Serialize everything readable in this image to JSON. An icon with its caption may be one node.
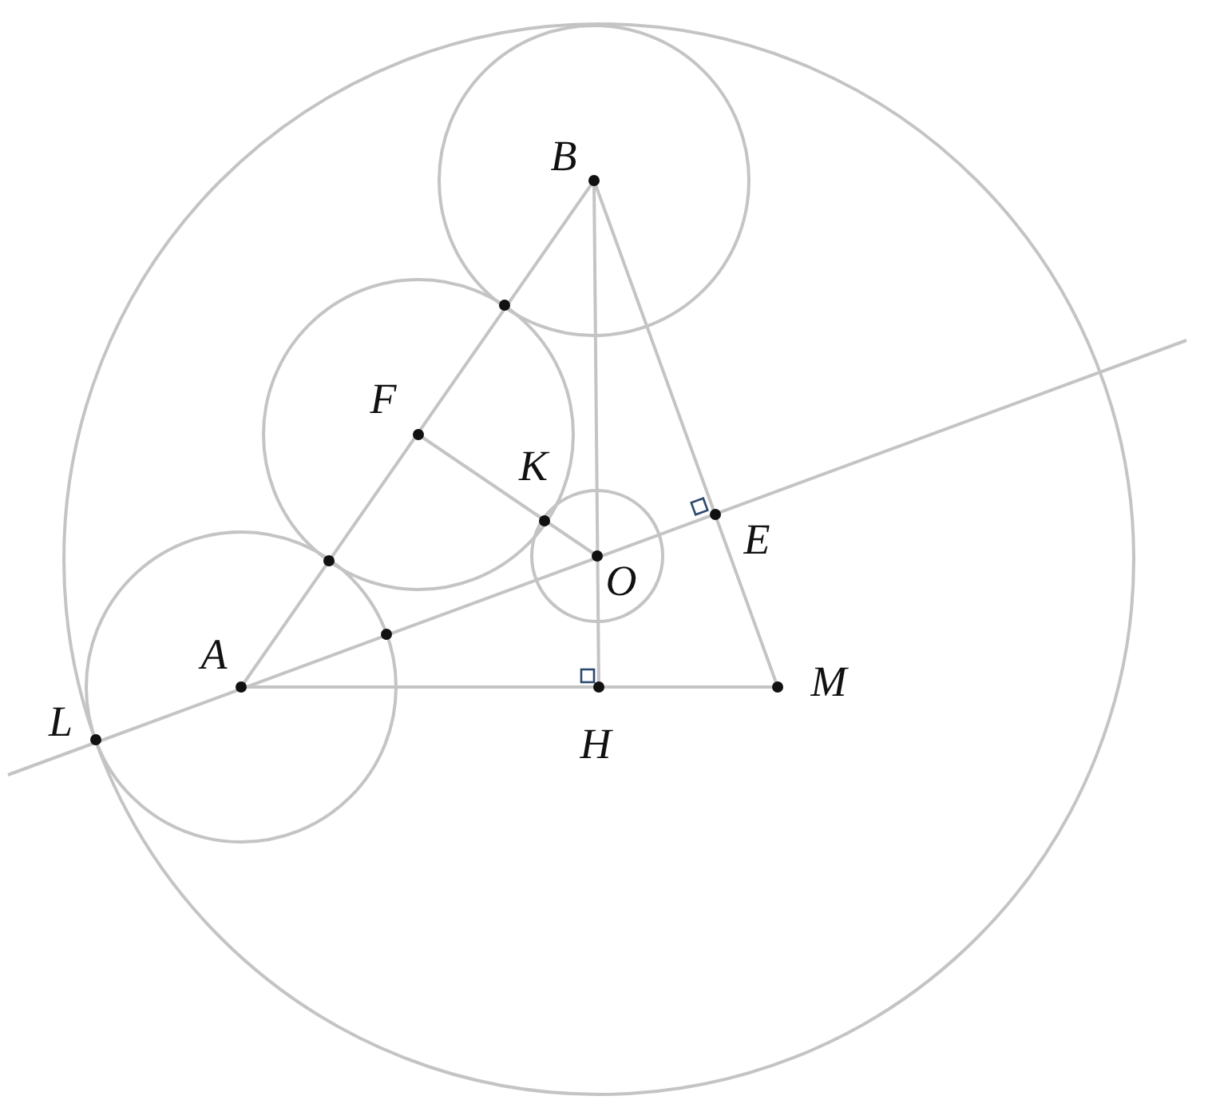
{
  "diagram": {
    "labels": [
      "B",
      "F",
      "K",
      "E",
      "O",
      "A",
      "M",
      "L",
      "H"
    ]
  }
}
